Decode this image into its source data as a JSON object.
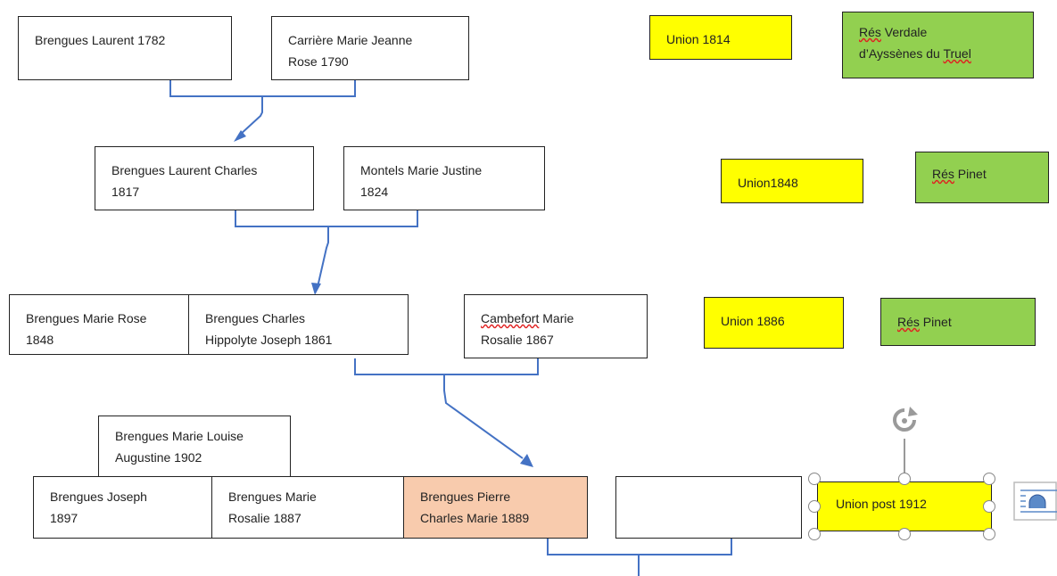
{
  "generation_1": {
    "father": "Brengues Laurent 1782",
    "mother_line1": "Carrière Marie Jeanne",
    "mother_line2": "Rose 1790",
    "union": "Union 1814",
    "residence_prefix": "Rés",
    "residence_line1_rest": " Verdale",
    "residence_line2_a": "d’Ayssènes du ",
    "residence_line2_b": "Truel"
  },
  "generation_2": {
    "father_line1": "Brengues Laurent Charles",
    "father_line2": "1817",
    "mother_line1": "Montels Marie Justine",
    "mother_line2": "1824",
    "union": "Union1848",
    "residence_prefix": "Rés",
    "residence_rest": " Pinet"
  },
  "generation_3": {
    "sibling_line1": "Brengues Marie Rose",
    "sibling_line2": "1848",
    "father_line1": "Brengues Charles",
    "father_line2": "Hippolyte Joseph 1861",
    "mother_line1_a": "Cambefort",
    "mother_line1_b": " Marie",
    "mother_line2": "Rosalie 1867",
    "union": "Union 1886",
    "residence_prefix": "Rés",
    "residence_rest": " Pinet"
  },
  "generation_4": {
    "sibling_top_line1": "Brengues Marie Louise",
    "sibling_top_line2": "Augustine 1902",
    "sibling_a_line1": "Brengues Joseph",
    "sibling_a_line2": "1897",
    "sibling_b_line1": "Brengues Marie",
    "sibling_b_line2": "Rosalie 1887",
    "selected_line1": "Brengues Pierre",
    "selected_line2": "Charles Marie 1889",
    "spouse": "",
    "union": "Union post 1912"
  },
  "colors": {
    "connector": "#4472c4",
    "union": "#ffff00",
    "residence": "#92d050",
    "highlight": "#f8cbad"
  },
  "icons": [
    "rotate-handle-icon",
    "layout-options-icon"
  ]
}
